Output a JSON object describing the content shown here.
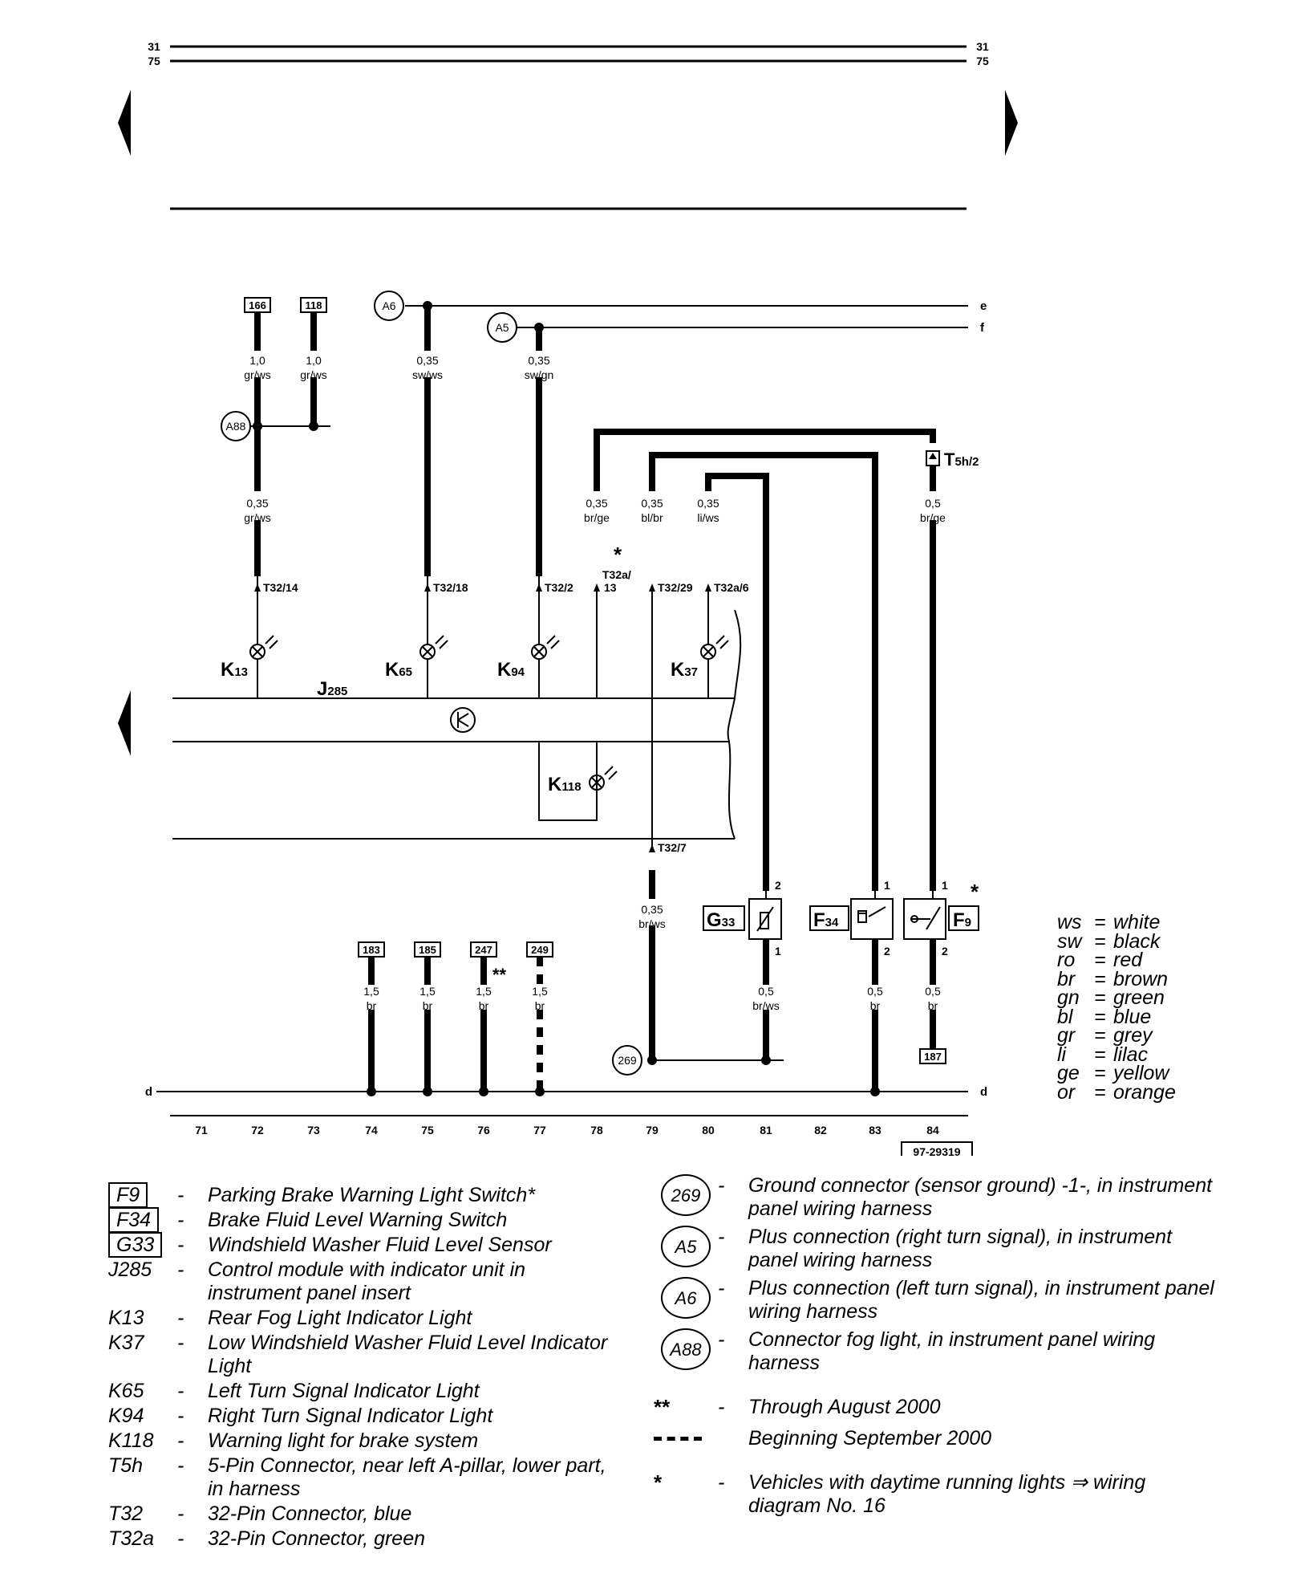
{
  "page_refs": {
    "top_left": [
      "31",
      "75"
    ],
    "top_right": [
      "31",
      "75"
    ]
  },
  "bus_labels": {
    "e": "e",
    "f": "f",
    "d_left": "d",
    "d_right": "d"
  },
  "ref_boxes": {
    "b166": "166",
    "b118": "118",
    "b183": "183",
    "b185": "185",
    "b247": "247",
    "b249": "249",
    "b187": "187"
  },
  "connectors": {
    "a6": "A6",
    "a5": "A5",
    "a88": "A88",
    "c269": "269"
  },
  "wires": {
    "w1_size": "1,0",
    "w1_color": "gr/ws",
    "w2_size": "1,0",
    "w2_color": "gr/ws",
    "w3_size": "0,35",
    "w3_color": "sw/ws",
    "w4_size": "0,35",
    "w4_color": "sw/gn",
    "w5_size": "0,35",
    "w5_color": "gr/ws",
    "w6_size": "0,35",
    "w6_color": "br/ge",
    "w7_size": "0,35",
    "w7_color": "bl/br",
    "w8_size": "0,35",
    "w8_color": "li/ws",
    "w9_size": "0,5",
    "w9_color": "br/ge",
    "w10_size": "0,35",
    "w10_color": "br/ws",
    "w11_size": "0,5",
    "w11_color": "br/ws",
    "w12_size": "0,5",
    "w12_color": "br",
    "w13_size": "0,5",
    "w13_color": "br",
    "g1_size": "1,5",
    "g1_color": "br",
    "g2_size": "1,5",
    "g2_color": "br",
    "g3_size": "1,5",
    "g3_color": "br",
    "g4_size": "1,5",
    "g4_color": "br"
  },
  "pins": {
    "p1": "T32/14",
    "p2": "T32/18",
    "p3": "T32/2",
    "p4a": "T32a/",
    "p4b": "13",
    "p5": "T32/29",
    "p6": "T32a/6",
    "p7": "T32/7",
    "t5h": "T",
    "t5h_sub": "5h/2",
    "g33_top": "2",
    "g33_bot": "1",
    "f34_top": "1",
    "f34_bot": "2",
    "f9_top": "1",
    "f9_bot": "2"
  },
  "components": {
    "k13": "K",
    "k13_sub": "13",
    "k65": "K",
    "k65_sub": "65",
    "k94": "K",
    "k94_sub": "94",
    "k37": "K",
    "k37_sub": "37",
    "k118": "K",
    "k118_sub": "118",
    "j285": "J",
    "j285_sub": "285",
    "g33": "G",
    "g33_sub": "33",
    "f34": "F",
    "f34_sub": "34",
    "f9": "F",
    "f9_sub": "9"
  },
  "marks": {
    "star1": "*",
    "star2": "*",
    "dstar": "**"
  },
  "track_numbers": [
    "71",
    "72",
    "73",
    "74",
    "75",
    "76",
    "77",
    "78",
    "79",
    "80",
    "81",
    "82",
    "83",
    "84"
  ],
  "diagram_id": "97-29319",
  "color_key": [
    {
      "abbr": "ws",
      "name": "white"
    },
    {
      "abbr": "sw",
      "name": "black"
    },
    {
      "abbr": "ro",
      "name": "red"
    },
    {
      "abbr": "br",
      "name": "brown"
    },
    {
      "abbr": "gn",
      "name": "green"
    },
    {
      "abbr": "bl",
      "name": "blue"
    },
    {
      "abbr": "gr",
      "name": "grey"
    },
    {
      "abbr": "li",
      "name": "lilac"
    },
    {
      "abbr": "ge",
      "name": "yellow"
    },
    {
      "abbr": "or",
      "name": "orange"
    }
  ],
  "legend_left": [
    {
      "code": "F9",
      "boxed": true,
      "text": "Parking Brake Warning Light Switch*"
    },
    {
      "code": "F34",
      "boxed": true,
      "text": "Brake Fluid Level Warning Switch"
    },
    {
      "code": "G33",
      "boxed": true,
      "text": "Windshield Washer Fluid Level Sensor"
    },
    {
      "code": "J285",
      "boxed": false,
      "text": "Control module with indicator unit in instrument panel insert"
    },
    {
      "code": "K13",
      "boxed": false,
      "text": "Rear Fog Light Indicator Light"
    },
    {
      "code": "K37",
      "boxed": false,
      "text": "Low Windshield Washer Fluid Level Indicator Light"
    },
    {
      "code": "K65",
      "boxed": false,
      "text": "Left Turn Signal Indicator Light"
    },
    {
      "code": "K94",
      "boxed": false,
      "text": "Right Turn Signal Indicator Light"
    },
    {
      "code": "K118",
      "boxed": false,
      "text": "Warning light for brake system"
    },
    {
      "code": "T5h",
      "boxed": false,
      "text": "5-Pin Connector, near left A-pillar, lower part, in harness"
    },
    {
      "code": "T32",
      "boxed": false,
      "text": "32-Pin Connector, blue"
    },
    {
      "code": "T32a",
      "boxed": false,
      "text": "32-Pin Connector, green"
    }
  ],
  "legend_right": [
    {
      "code": "269",
      "text": "Ground connector (sensor ground) -1-, in instrument panel wiring harness"
    },
    {
      "code": "A5",
      "text": "Plus connection (right turn signal), in instrument panel wiring harness"
    },
    {
      "code": "A6",
      "text": "Plus connection (left turn signal), in instrument panel wiring harness"
    },
    {
      "code": "A88",
      "text": "Connector fog light, in instrument panel wiring harness"
    }
  ],
  "notes": [
    {
      "symbol": "**",
      "text": "Through August 2000"
    },
    {
      "symbol": "",
      "text": "Beginning September 2000"
    },
    {
      "symbol": "*",
      "text": "Vehicles with daytime running lights ⇒ wiring diagram No. 16"
    }
  ]
}
